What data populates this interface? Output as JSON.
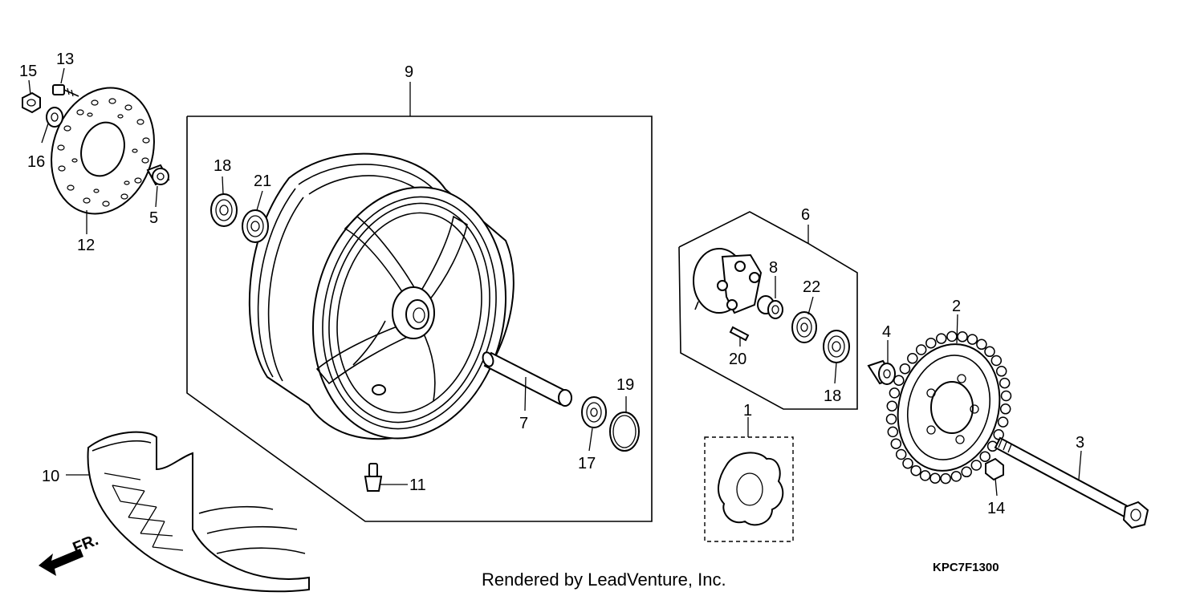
{
  "callouts": {
    "c1": "1",
    "c2": "2",
    "c3": "3",
    "c4": "4",
    "c5": "5",
    "c6": "6",
    "c7": "7",
    "c8": "8",
    "c9": "9",
    "c10": "10",
    "c11": "11",
    "c12": "12",
    "c13": "13",
    "c14": "14",
    "c15": "15",
    "c16": "16",
    "c17": "17",
    "c18a": "18",
    "c18b": "18",
    "c19": "19",
    "c20": "20",
    "c21": "21",
    "c22": "22"
  },
  "front_arrow": "FR.",
  "credit": "Rendered by LeadVenture, Inc.",
  "diagram_code": "KPC7F1300"
}
